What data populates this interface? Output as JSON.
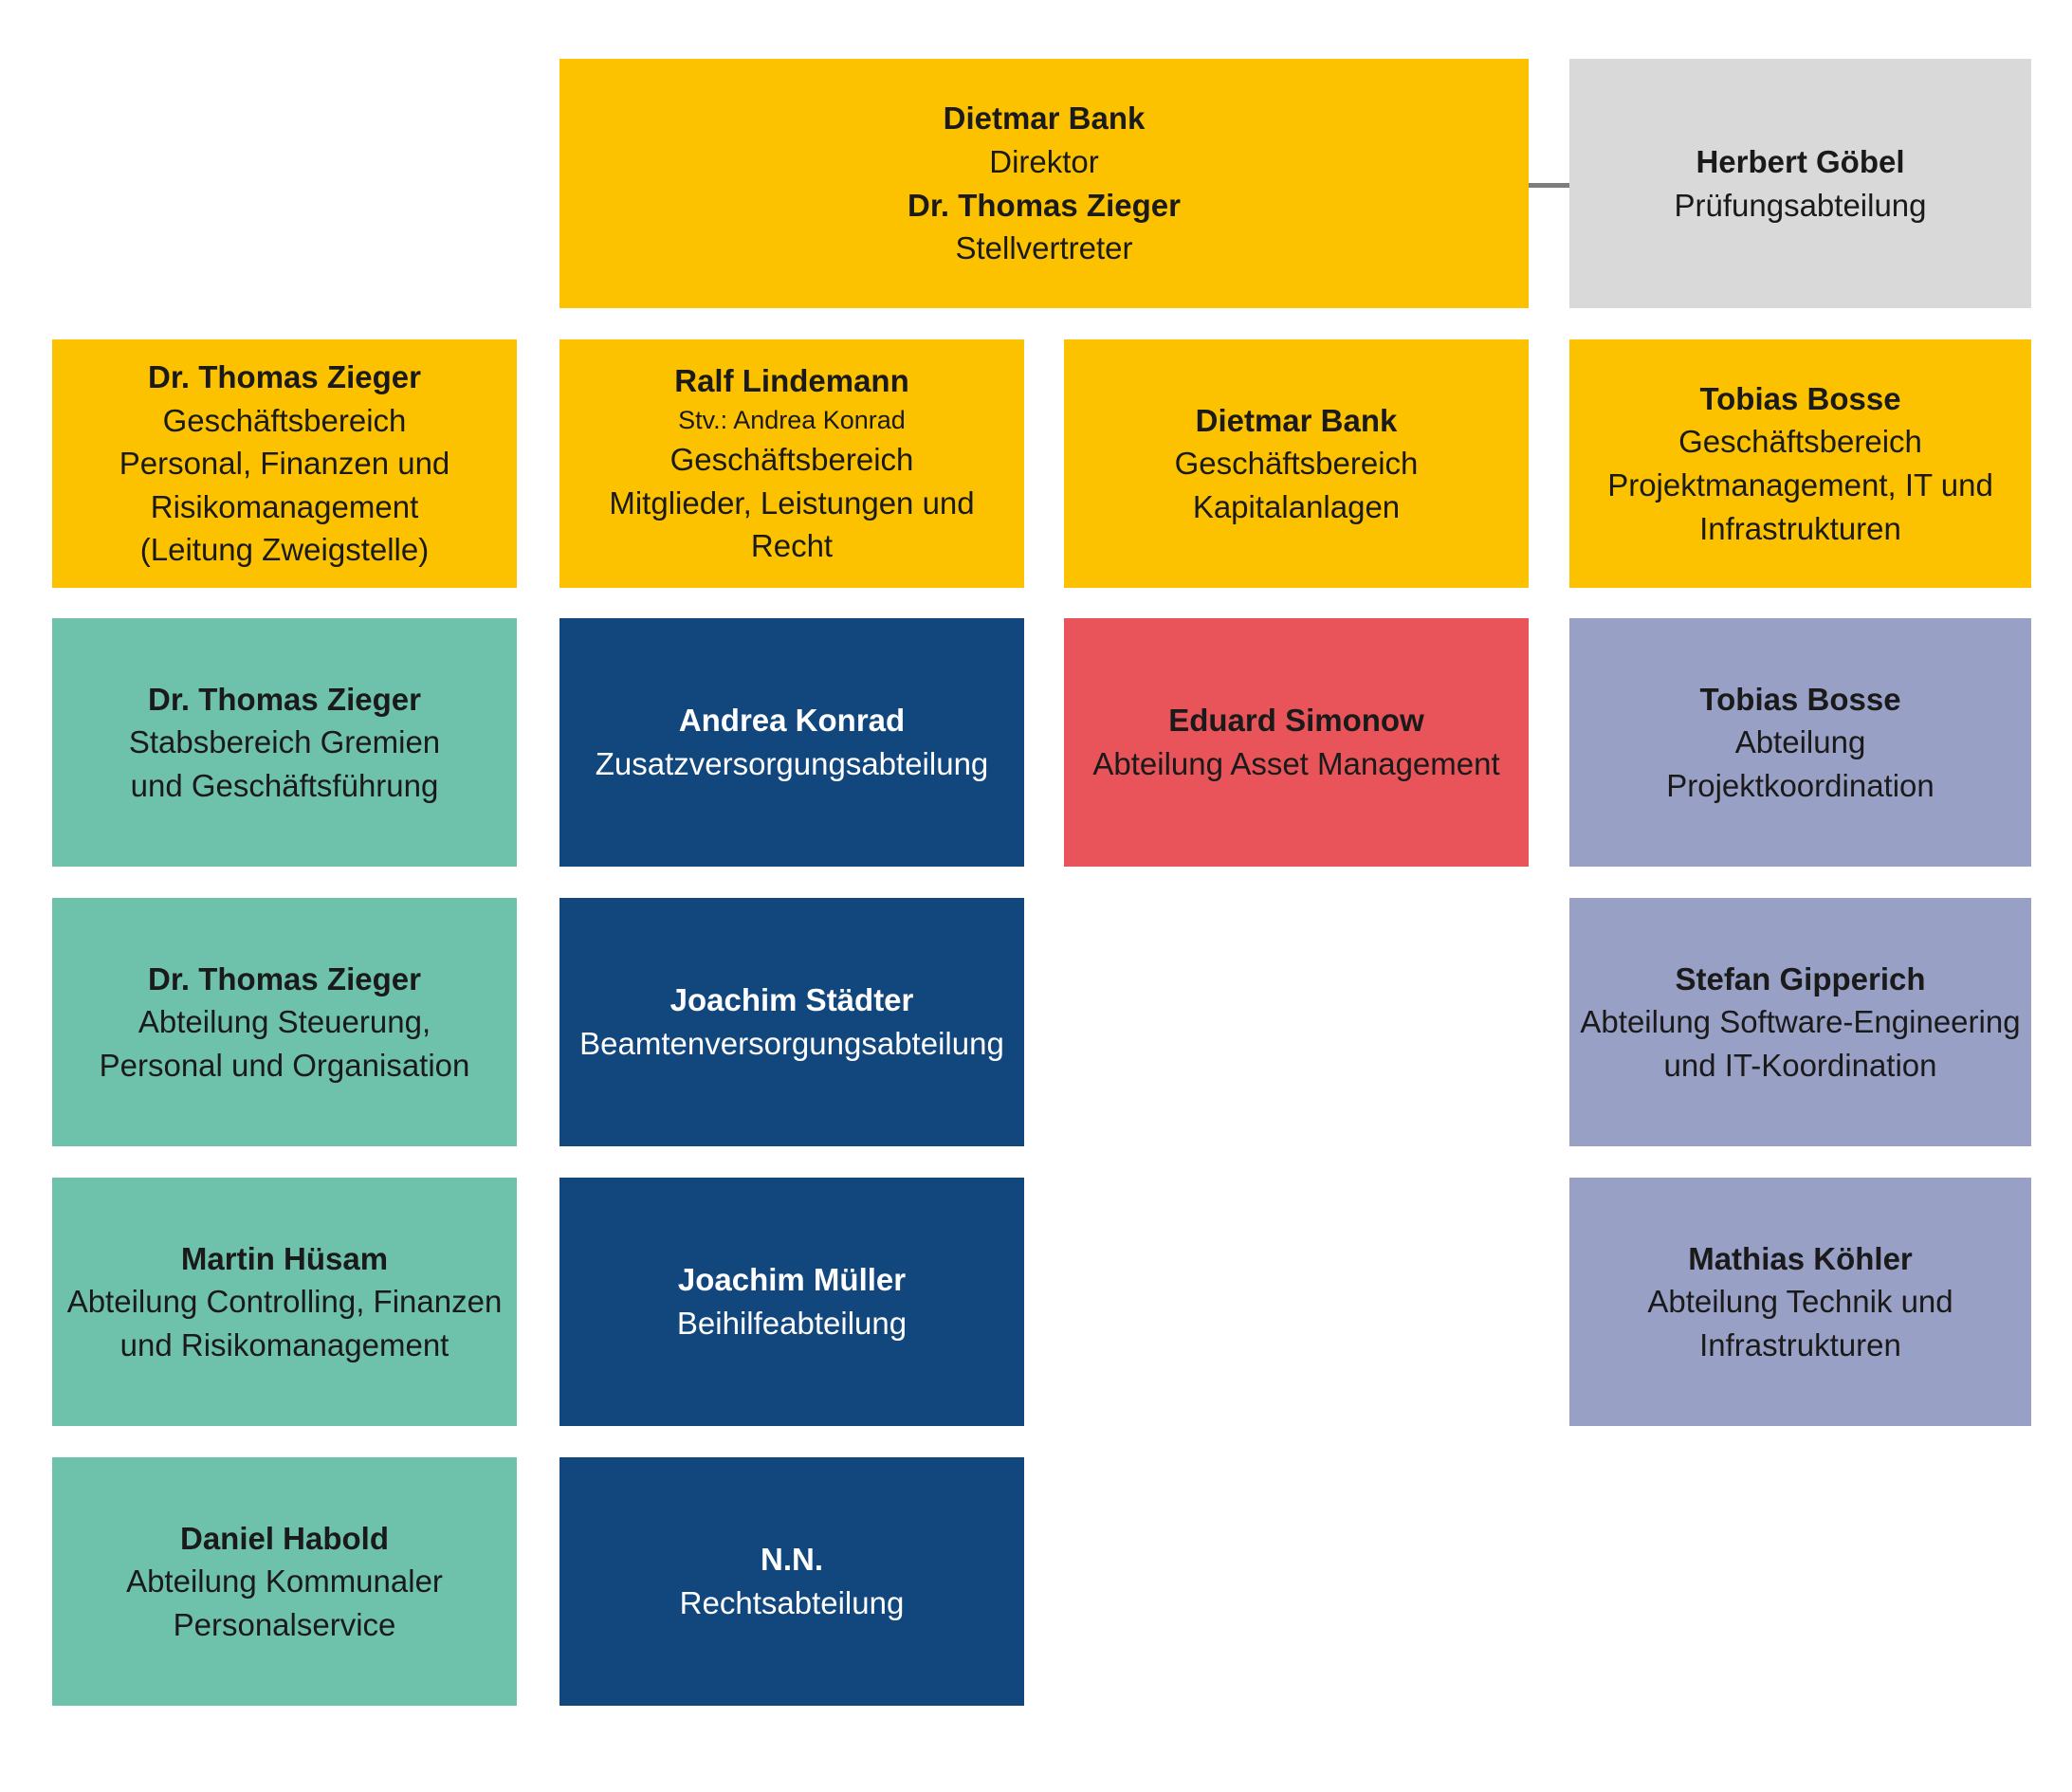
{
  "palette": {
    "yellow": "#FCC200",
    "teal": "#6EC2AB",
    "blue": "#12477E",
    "red": "#E85459",
    "purple": "#99A0C6",
    "gray": "#D9D9D9",
    "connector": "#7D7D7D",
    "dark": "#1A1A1A",
    "light": "#FFFFFF"
  },
  "boxes": {
    "director": {
      "line1": "Dietmar Bank",
      "line2": "Direktor",
      "line3": "Dr. Thomas Zieger",
      "line4": "Stellvertreter"
    },
    "audit": {
      "name": "Herbert Göbel",
      "dept1": "Prüfungsabteilung"
    },
    "gb_personal": {
      "name": "Dr. Thomas Zieger",
      "dept1": "Geschäftsbereich",
      "dept2": "Personal, Finanzen und",
      "dept3": "Risikomanagement",
      "dept4": "(Leitung Zweigstelle)"
    },
    "gb_mitglieder": {
      "name": "Ralf Lindemann",
      "deputy": "Stv.: Andrea Konrad",
      "dept1": "Geschäftsbereich",
      "dept2": "Mitglieder, Leistungen und",
      "dept3": "Recht"
    },
    "gb_kapital": {
      "name": "Dietmar Bank",
      "dept1": "Geschäftsbereich",
      "dept2": "Kapitalanlagen"
    },
    "gb_projekt": {
      "name": "Tobias Bosse",
      "dept1": "Geschäftsbereich",
      "dept2": "Projektmanagement, IT und",
      "dept3": "Infrastrukturen"
    },
    "stab_gremien": {
      "name": "Dr. Thomas Zieger",
      "dept1": "Stabsbereich Gremien",
      "dept2": "und Geschäftsführung"
    },
    "abt_zusatz": {
      "name": "Andrea Konrad",
      "dept1": "Zusatzversorgungsabteilung"
    },
    "abt_asset": {
      "name": "Eduard Simonow",
      "dept1": "Abteilung Asset Management"
    },
    "abt_projektkoord": {
      "name": "Tobias Bosse",
      "dept1": "Abteilung",
      "dept2": "Projektkoordination"
    },
    "abt_steuerung": {
      "name": "Dr. Thomas Zieger",
      "dept1": "Abteilung Steuerung,",
      "dept2": "Personal und Organisation"
    },
    "abt_beamten": {
      "name": "Joachim Städter",
      "dept1": "Beamtenversorgungsabteilung"
    },
    "abt_software": {
      "name": "Stefan Gipperich",
      "dept1": "Abteilung Software-Engineering",
      "dept2": "und IT-Koordination"
    },
    "abt_controlling": {
      "name": "Martin Hüsam",
      "dept1": "Abteilung Controlling, Finanzen",
      "dept2": "und Risikomanagement"
    },
    "abt_beihilfe": {
      "name": "Joachim Müller",
      "dept1": "Beihilfeabteilung"
    },
    "abt_technik": {
      "name": "Mathias Köhler",
      "dept1": "Abteilung Technik und",
      "dept2": "Infrastrukturen"
    },
    "abt_kommunal": {
      "name": "Daniel Habold",
      "dept1": "Abteilung Kommunaler",
      "dept2": "Personalservice"
    },
    "abt_recht": {
      "name": "N.N.",
      "dept1": "Rechtsabteilung"
    }
  }
}
